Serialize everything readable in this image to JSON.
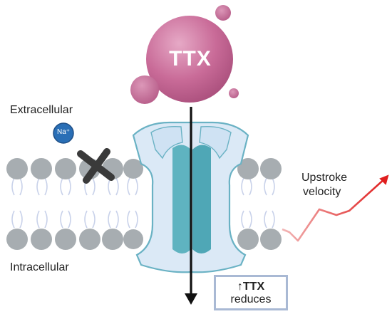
{
  "labels": {
    "extracellular": "Extracellular",
    "intracellular": "Intracellular",
    "toxin": "TTX",
    "ion": "Na⁺",
    "upstroke_line1": "Upstroke",
    "upstroke_line2": "velocity",
    "note_line1": "↑TTX",
    "note_line2": "reduces"
  },
  "colors": {
    "toxin": "#c96b98",
    "membrane_heads": "#a7adb1",
    "channel_fill": "#dbe9f6",
    "channel_outline": "#6ab2c4",
    "pore": "#5fb3c0",
    "ion": "#2a6fb6",
    "trend_line": "#e02626",
    "note_border": "#a9b9d4"
  },
  "icons": {
    "block_mark": "x-mark-icon",
    "trend": "upward-trend-arrow-icon"
  }
}
